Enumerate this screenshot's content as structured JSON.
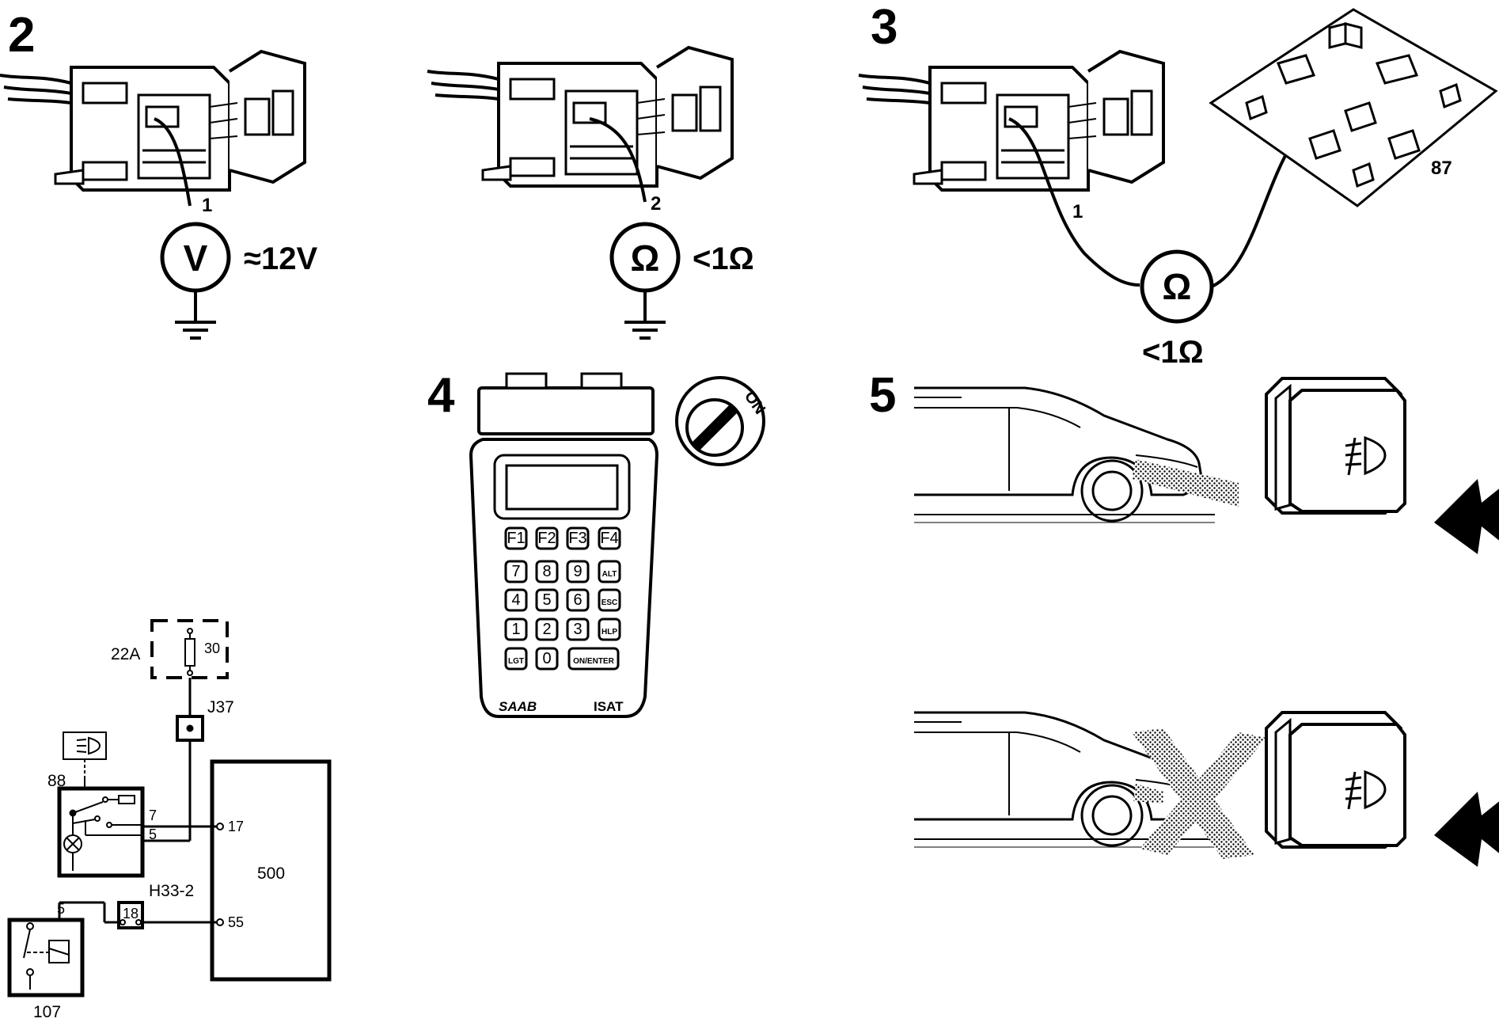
{
  "panels": {
    "p2": {
      "step": "2",
      "pin": "1",
      "meter": "V",
      "reading": "≈12V"
    },
    "pA": {
      "pin": "2",
      "meter": "Ω",
      "reading": "<1Ω"
    },
    "p3": {
      "step": "3",
      "pin": "1",
      "relay_pin": "87",
      "meter": "Ω",
      "reading": "<1Ω"
    },
    "p4": {
      "step": "4",
      "ignition": "ON",
      "brand": "SAAB",
      "model": "ISAT",
      "keys": [
        "F1",
        "F2",
        "F3",
        "F4",
        "7",
        "8",
        "9",
        "ALT",
        "4",
        "5",
        "6",
        "ESC",
        "1",
        "2",
        "3",
        "HLP",
        "LGT",
        "0",
        "ON/ENTER"
      ]
    },
    "p5": {
      "step": "5"
    }
  },
  "wiring": {
    "fuse": "22A",
    "fuse_pin": "30",
    "junction": "J37",
    "relay": "88",
    "relay_pin_7": "7",
    "relay_pin_5": "5",
    "control_unit": "500",
    "cu_pin_17": "17",
    "cu_pin_55": "55",
    "connector": "H33-2",
    "connector_pin": "18",
    "switch": "107",
    "switch_pin": "5"
  }
}
